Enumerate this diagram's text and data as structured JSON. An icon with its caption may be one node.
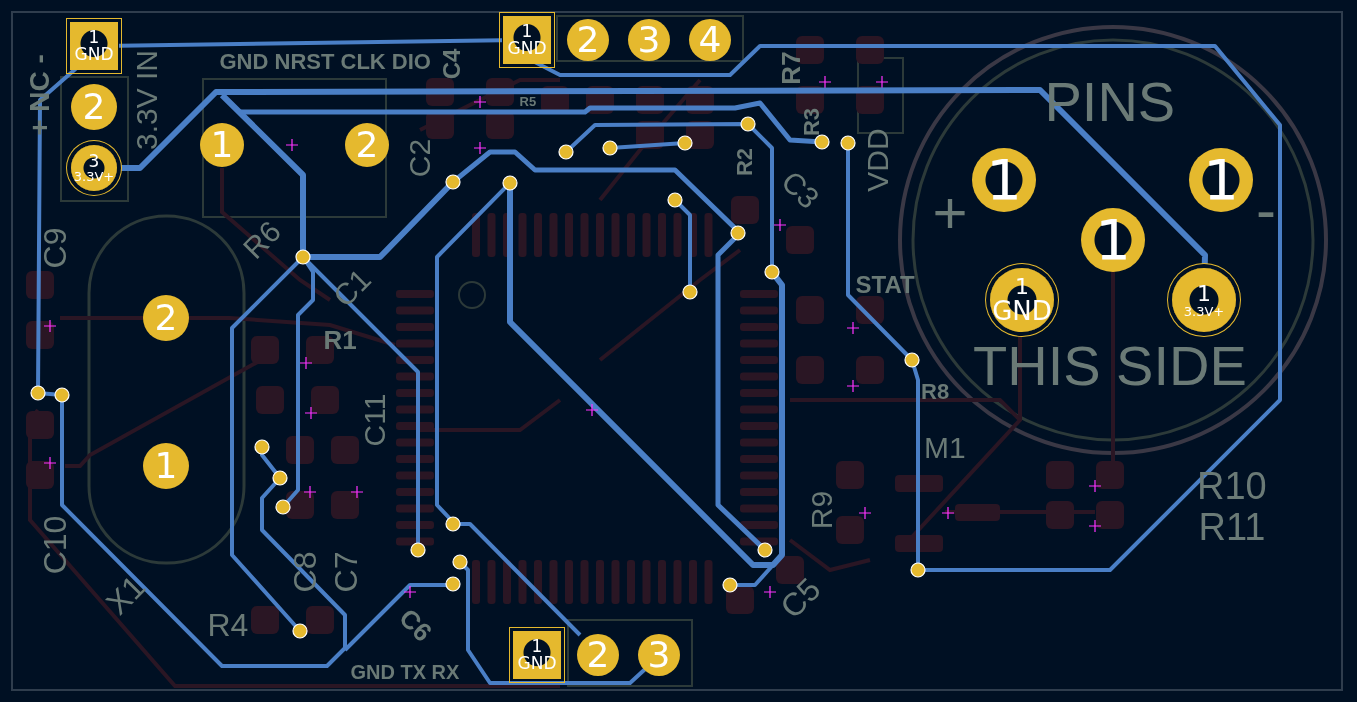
{
  "diagram": {
    "nodes": [
      {
        "text": [
          "1",
          "GND"
        ]
      },
      {
        "text": [
          "2"
        ]
      },
      {
        "text": [
          "3",
          "3.3V+"
        ]
      },
      {
        "text": [
          "1",
          "GND"
        ]
      },
      {
        "text": [
          "2"
        ]
      },
      {
        "text": [
          "3"
        ]
      },
      {
        "text": [
          "4"
        ]
      },
      {
        "text": [
          "1"
        ]
      },
      {
        "text": [
          "2"
        ]
      },
      {
        "text": [
          "1"
        ]
      },
      {
        "text": [
          "1"
        ]
      },
      {
        "text": [
          "1"
        ]
      },
      {
        "text": [
          "1",
          "GND"
        ]
      },
      {
        "text": [
          "1",
          "3.3V+"
        ]
      },
      {
        "text": [
          "2"
        ]
      },
      {
        "text": [
          "1"
        ]
      },
      {
        "text": [
          "1",
          "GND"
        ]
      },
      {
        "text": [
          "2"
        ]
      },
      {
        "text": [
          "3"
        ]
      }
    ],
    "edges": [
      {
        "from": 0,
        "to": 3,
        "arrow": "none"
      },
      {
        "from": 2,
        "to": 13,
        "arrow": "none"
      }
    ],
    "labels": [
      "GND NRST CLK DIO",
      "+ NC -",
      "3.3V IN",
      "C4",
      "C2",
      "R5",
      "R7",
      "R3",
      "R2",
      "VDD",
      "PINS",
      "R6",
      "C1",
      "C3",
      "+",
      "-",
      "C9",
      "STAT",
      "R1",
      "THIS SIDE",
      "R8",
      "C11",
      "M1",
      "R10",
      "R11",
      "R9",
      "C8",
      "C7",
      "X1",
      "C10",
      "C6",
      "C5",
      "R4",
      "GND TX RX"
    ]
  }
}
